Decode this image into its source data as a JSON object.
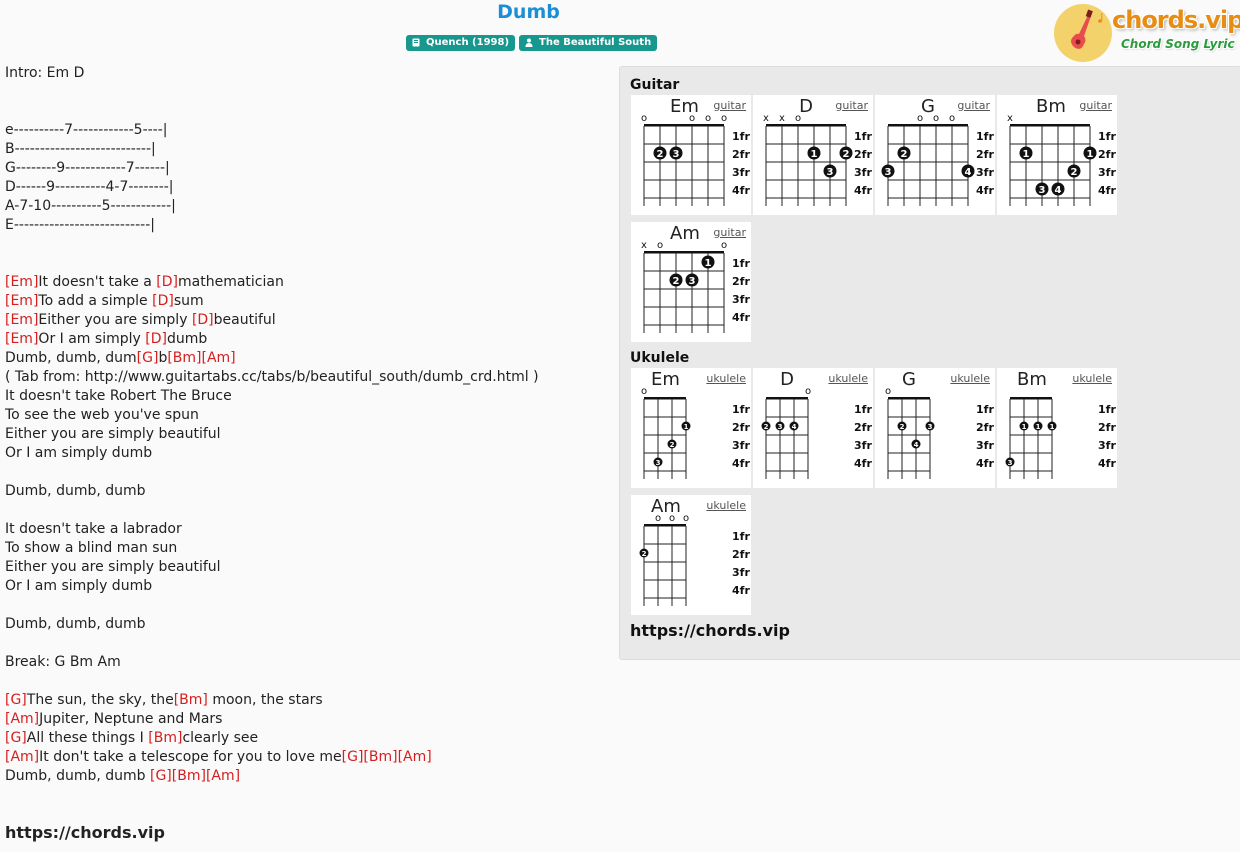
{
  "song": {
    "title": "Dumb",
    "tags": [
      {
        "icon": "book-icon",
        "label": "Quench (1998)"
      },
      {
        "icon": "user-icon",
        "label": "The Beautiful South"
      }
    ]
  },
  "logo": {
    "name": "chords.vip",
    "tagline": "Chord Song Lyric"
  },
  "lyrics": [
    [
      {
        "t": "Intro: Em D"
      }
    ],
    [],
    [],
    [
      {
        "t": "e----------7------------5----|"
      }
    ],
    [
      {
        "t": "B---------------------------|"
      }
    ],
    [
      {
        "t": "G--------9------------7------|"
      }
    ],
    [
      {
        "t": "D------9----------4-7--------|"
      }
    ],
    [
      {
        "t": "A-7-10----------5------------|"
      }
    ],
    [
      {
        "t": "E---------------------------|"
      }
    ],
    [],
    [],
    [
      {
        "c": "[Em]"
      },
      {
        "t": "It doesn't take a "
      },
      {
        "c": "[D]"
      },
      {
        "t": "mathematician"
      }
    ],
    [
      {
        "c": "[Em]"
      },
      {
        "t": "To add a simple "
      },
      {
        "c": "[D]"
      },
      {
        "t": "sum"
      }
    ],
    [
      {
        "c": "[Em]"
      },
      {
        "t": "Either you are simply "
      },
      {
        "c": "[D]"
      },
      {
        "t": "beautiful"
      }
    ],
    [
      {
        "c": "[Em]"
      },
      {
        "t": "Or I am simply "
      },
      {
        "c": "[D]"
      },
      {
        "t": "dumb"
      }
    ],
    [
      {
        "t": "Dumb, dumb, dum"
      },
      {
        "c": "[G]"
      },
      {
        "t": "b"
      },
      {
        "c": "[Bm][Am]"
      }
    ],
    [
      {
        "t": "( Tab from: http://www.guitartabs.cc/tabs/b/beautiful_south/dumb_crd.html )"
      }
    ],
    [
      {
        "t": "It doesn't take Robert The Bruce"
      }
    ],
    [
      {
        "t": "To see the web you've spun"
      }
    ],
    [
      {
        "t": "Either you are simply beautiful"
      }
    ],
    [
      {
        "t": "Or I am simply dumb"
      }
    ],
    [],
    [
      {
        "t": "Dumb, dumb, dumb"
      }
    ],
    [],
    [
      {
        "t": "It doesn't take a labrador"
      }
    ],
    [
      {
        "t": "To show a blind man sun"
      }
    ],
    [
      {
        "t": "Either you are simply beautiful"
      }
    ],
    [
      {
        "t": "Or I am simply dumb"
      }
    ],
    [],
    [
      {
        "t": "Dumb, dumb, dumb"
      }
    ],
    [],
    [
      {
        "t": "Break: G Bm Am"
      }
    ],
    [],
    [
      {
        "c": "[G]"
      },
      {
        "t": "The sun, the sky, the"
      },
      {
        "c": "[Bm]"
      },
      {
        "t": " moon, the stars"
      }
    ],
    [
      {
        "c": "[Am]"
      },
      {
        "t": "Jupiter, Neptune and Mars"
      }
    ],
    [
      {
        "c": "[G]"
      },
      {
        "t": "All these things I "
      },
      {
        "c": "[Bm]"
      },
      {
        "t": "clearly see"
      }
    ],
    [
      {
        "c": "[Am]"
      },
      {
        "t": "It don't take a telescope for you to love me"
      },
      {
        "c": "[G][Bm][Am]"
      }
    ],
    [
      {
        "t": "Dumb, dumb, dumb "
      },
      {
        "c": "[G][Bm][Am]"
      }
    ]
  ],
  "lyrics_footer": "https://chords.vip",
  "panel": {
    "footer": "https://chords.vip",
    "fret_labels": [
      "1fr",
      "2fr",
      "3fr",
      "4fr"
    ],
    "sections": [
      {
        "heading": "Guitar",
        "instrument": "guitar",
        "strings": 6,
        "chords": [
          {
            "name": "Em",
            "top": [
              "o",
              "",
              "",
              "o",
              "o",
              "o"
            ],
            "dots": [
              {
                "s": 2,
                "f": 2,
                "n": "2"
              },
              {
                "s": 3,
                "f": 2,
                "n": "3"
              }
            ]
          },
          {
            "name": "D",
            "top": [
              "x",
              "x",
              "o",
              "",
              "",
              ""
            ],
            "dots": [
              {
                "s": 4,
                "f": 2,
                "n": "1"
              },
              {
                "s": 6,
                "f": 2,
                "n": "2"
              },
              {
                "s": 5,
                "f": 3,
                "n": "3"
              }
            ]
          },
          {
            "name": "G",
            "top": [
              "",
              "",
              "o",
              "o",
              "o",
              ""
            ],
            "dots": [
              {
                "s": 2,
                "f": 2,
                "n": "2"
              },
              {
                "s": 1,
                "f": 3,
                "n": "3"
              },
              {
                "s": 6,
                "f": 3,
                "n": "4"
              }
            ]
          },
          {
            "name": "Bm",
            "top": [
              "x",
              "",
              "",
              "",
              "",
              ""
            ],
            "dots": [
              {
                "s": 2,
                "f": 2,
                "n": "1"
              },
              {
                "s": 6,
                "f": 2,
                "n": "1"
              },
              {
                "s": 5,
                "f": 3,
                "n": "2"
              },
              {
                "s": 3,
                "f": 4,
                "n": "3"
              },
              {
                "s": 4,
                "f": 4,
                "n": "4"
              }
            ]
          },
          {
            "name": "Am",
            "top": [
              "x",
              "o",
              "",
              "",
              "",
              "o"
            ],
            "dots": [
              {
                "s": 5,
                "f": 1,
                "n": "1"
              },
              {
                "s": 3,
                "f": 2,
                "n": "2"
              },
              {
                "s": 4,
                "f": 2,
                "n": "3"
              }
            ]
          }
        ]
      },
      {
        "heading": "Ukulele",
        "instrument": "ukulele",
        "strings": 4,
        "chords": [
          {
            "name": "Em",
            "top": [
              "o",
              "",
              "",
              ""
            ],
            "dots": [
              {
                "s": 4,
                "f": 2,
                "n": "1"
              },
              {
                "s": 3,
                "f": 3,
                "n": "2"
              },
              {
                "s": 2,
                "f": 4,
                "n": "3"
              }
            ]
          },
          {
            "name": "D",
            "top": [
              "",
              "",
              "",
              "o"
            ],
            "dots": [
              {
                "s": 1,
                "f": 2,
                "n": "2"
              },
              {
                "s": 2,
                "f": 2,
                "n": "3"
              },
              {
                "s": 3,
                "f": 2,
                "n": "4"
              }
            ]
          },
          {
            "name": "G",
            "top": [
              "o",
              "",
              "",
              ""
            ],
            "dots": [
              {
                "s": 2,
                "f": 2,
                "n": "2"
              },
              {
                "s": 4,
                "f": 2,
                "n": "3"
              },
              {
                "s": 3,
                "f": 3,
                "n": "4"
              }
            ]
          },
          {
            "name": "Bm",
            "top": [
              "",
              "",
              "",
              ""
            ],
            "dots": [
              {
                "s": 2,
                "f": 2,
                "n": "1"
              },
              {
                "s": 3,
                "f": 2,
                "n": "1"
              },
              {
                "s": 4,
                "f": 2,
                "n": "1"
              },
              {
                "s": 1,
                "f": 4,
                "n": "3"
              }
            ]
          },
          {
            "name": "Am",
            "top": [
              "",
              "o",
              "o",
              "o"
            ],
            "dots": [
              {
                "s": 1,
                "f": 2,
                "n": "2"
              }
            ]
          }
        ]
      }
    ]
  }
}
